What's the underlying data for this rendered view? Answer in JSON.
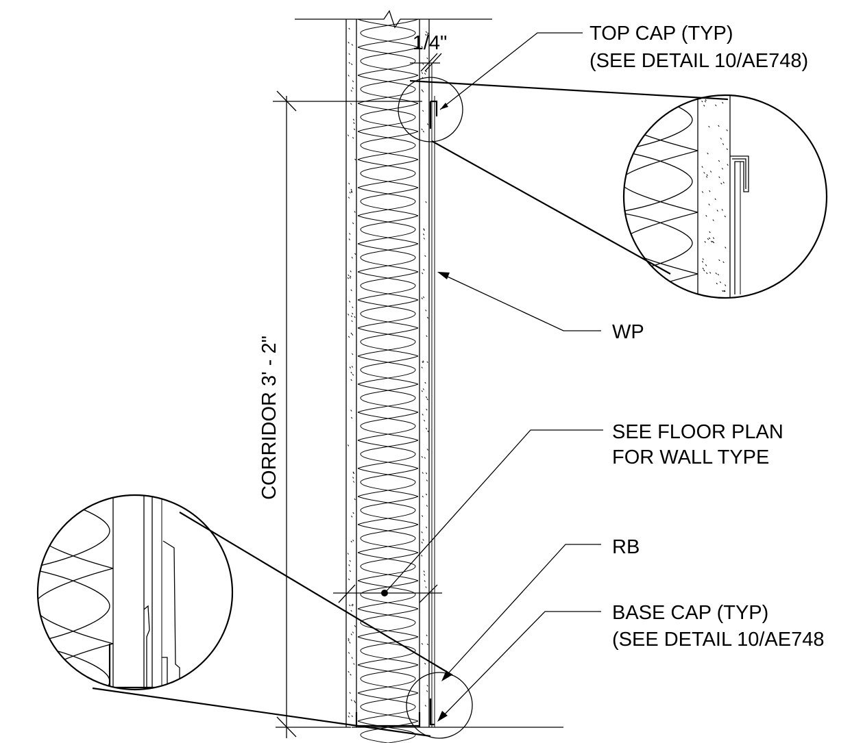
{
  "annotations": {
    "top_cap_line1": "TOP CAP (TYP)",
    "top_cap_line2": "(SEE DETAIL 10/AE748)",
    "gap_dimension": "1/4\"",
    "wp": "WP",
    "floor_plan_line1": "SEE FLOOR PLAN",
    "floor_plan_line2": "FOR WALL TYPE",
    "rb": "RB",
    "base_cap_line1": "BASE CAP (TYP)",
    "base_cap_line2": "(SEE DETAIL 10/AE748",
    "height_dimension": "CORRIDOR 3' - 2\""
  },
  "colors": {
    "line": "#000000",
    "background": "#ffffff"
  }
}
